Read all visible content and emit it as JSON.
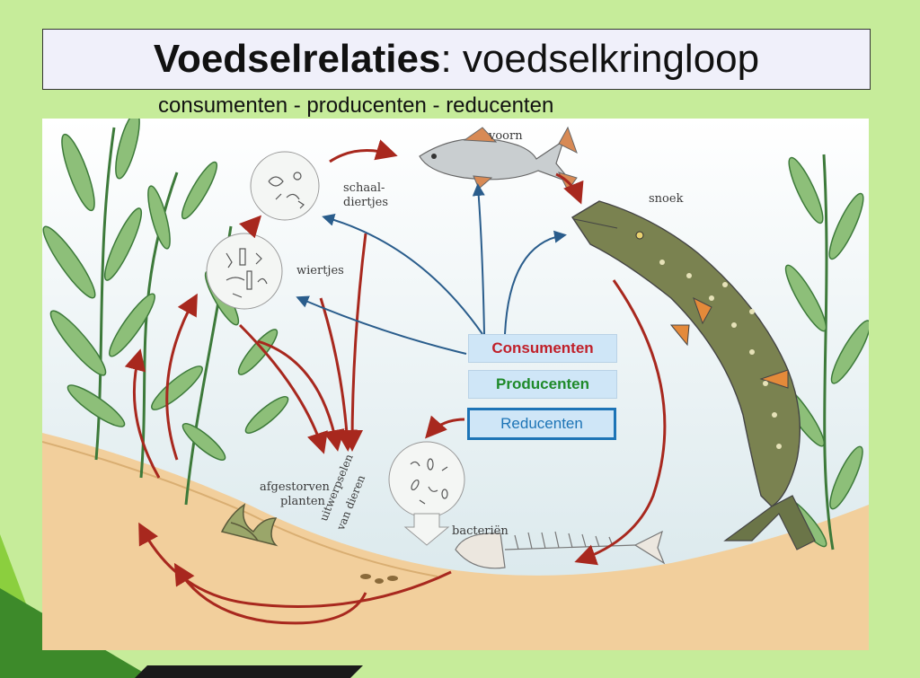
{
  "title": {
    "bold": "Voedselrelaties",
    "rest": ": voedselkringloop"
  },
  "subtitle": "consumenten - producenten - reducenten",
  "labels": {
    "voorn": "voorn",
    "snoek": "snoek",
    "schaaldiertjes_1": "schaal-",
    "schaaldiertjes_2": "diertjes",
    "wiertjes": "wiertjes",
    "afgestorven_1": "afgestorven",
    "afgestorven_2": "planten",
    "uitwerpselen_1": "uitwerpselen",
    "uitwerpselen_2": "van dieren",
    "bacterien": "bacteriën"
  },
  "buttons": {
    "consumenten": "Consumenten",
    "producenten": "Producenten",
    "reducenten": "Reducenten"
  },
  "colors": {
    "consumenten": "#c0202a",
    "producenten": "#1f8a2a",
    "reducenten": "#1d74b6",
    "arrow_red": "#a8281e",
    "arrow_blue": "#2a5d8c",
    "water": "#dcecf0",
    "sand": "#f2cf9c",
    "background": "#c6ec9a"
  }
}
